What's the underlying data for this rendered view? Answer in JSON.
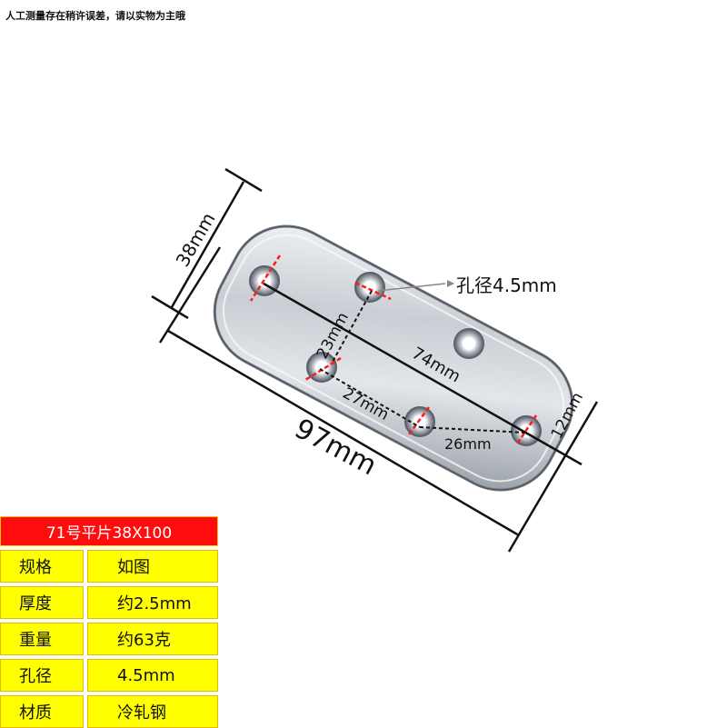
{
  "notice": "人工测量存在稍许误差，请以实物为主哦",
  "annotations": {
    "width": "38mm",
    "length": "97mm",
    "hole_callout": "孔径4.5mm",
    "diag": "74mm",
    "d23": "23mm",
    "d27": "27mm",
    "d26": "26mm",
    "d12": "12mm"
  },
  "spec": {
    "title": "71号平片38X100",
    "rows": [
      {
        "label": "规格",
        "value": "如图"
      },
      {
        "label": "厚度",
        "value": "约2.5mm"
      },
      {
        "label": "重量",
        "value": "约63克"
      },
      {
        "label": "孔径",
        "value": "4.5mm"
      },
      {
        "label": "材质",
        "value": "冷轧钢"
      }
    ]
  },
  "colors": {
    "header_bg": "#ff0c0c",
    "row_bg": "#ffff00",
    "marker": "#ff1a1a"
  }
}
